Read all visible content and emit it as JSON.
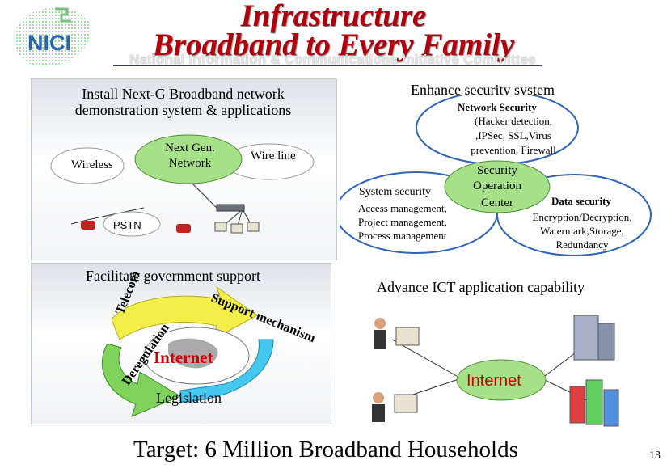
{
  "header": {
    "logo_text": "NICI",
    "title_line1": "Infrastructure",
    "title_line2": "Broadband to Every Family",
    "subtitle": "National Information & Communications Initiative Committee"
  },
  "broadband": {
    "heading_line1": "Install Next-G Broadband network",
    "heading_line2": "demonstration system & applications",
    "next_gen_line1": "Next Gen.",
    "next_gen_line2": "Network",
    "wireless": "Wireless",
    "wire_line": "Wire line",
    "pstn": "PSTN"
  },
  "security": {
    "heading": "Enhance security system",
    "network_title": "Network Security",
    "network_line1": "(Hacker detection,",
    "network_line2": ",IPSec, SSL,Virus",
    "network_line3": "prevention, Firewall",
    "center_line1": "Security",
    "center_line2": "Operation",
    "center_line3": "Center",
    "system_title": "System security",
    "system_line1": "Access management,",
    "system_line2": "Project management,",
    "system_line3": "Process management",
    "data_title": "Data security",
    "data_line1": "Encryption/Decryption,",
    "data_line2": "Watermark,Storage,",
    "data_line3": "Redundancy"
  },
  "government": {
    "heading": "Facilitate government support",
    "support": "Support mechanism",
    "telecom": "Telecom",
    "deregulation": "Deregulation",
    "internet": "Internet",
    "legislation": "Legislation"
  },
  "ict": {
    "heading": "Advance ICT application capability",
    "internet": "Internet"
  },
  "footer": {
    "target": "Target: 6 Million Broadband Households",
    "page_number": "13"
  },
  "colors": {
    "title_red": "#b0000c",
    "cloud_green": "#a6e18a",
    "ring_blue": "#2f64b8",
    "arrow_yellow": "#f2ee4a",
    "arrow_green": "#7fd35a",
    "arrow_cyan": "#44c8ef"
  }
}
